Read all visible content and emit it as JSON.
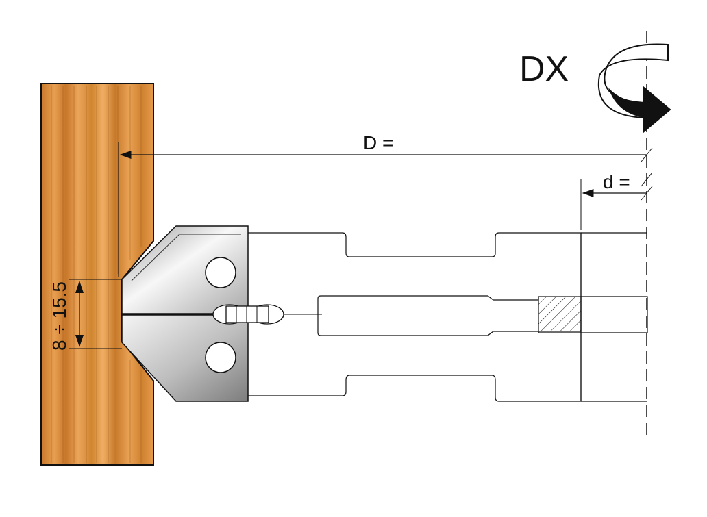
{
  "labels": {
    "rotation": "DX",
    "diameter": "D =",
    "bore": "d =",
    "range": "8 ÷ 15.5"
  },
  "colors": {
    "wood_base": "#D98B3A",
    "wood_dark": "#B86A22",
    "wood_light": "#EDA75A",
    "steel_light": "#F4F4F4",
    "steel_dark": "#8E8E8E",
    "line": "#111111"
  }
}
